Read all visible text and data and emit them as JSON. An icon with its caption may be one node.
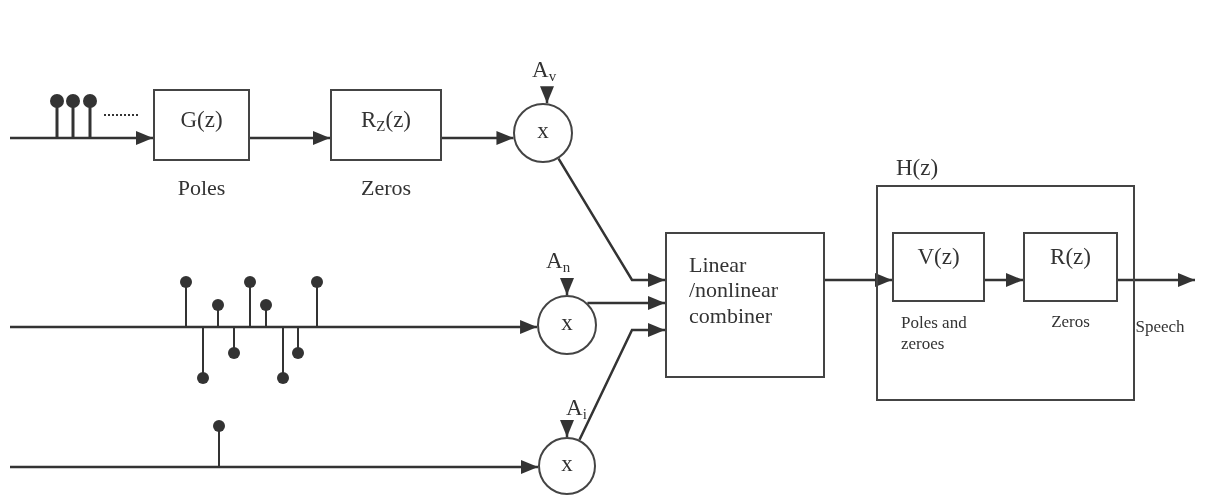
{
  "diagram": {
    "nodes": [
      {
        "text": [
          "G(z)"
        ],
        "beside": [
          "Poles"
        ]
      },
      {
        "text": [
          "R$_{Z}$(z)"
        ],
        "beside": [
          "Zeros"
        ]
      },
      {
        "text": [
          "x"
        ]
      },
      {
        "text": [
          "x"
        ]
      },
      {
        "text": [
          "x"
        ]
      },
      {
        "text": [
          "A$_{v}$"
        ]
      },
      {
        "text": [
          "A$_{n}$"
        ]
      },
      {
        "text": [
          "A$_{i}$"
        ]
      },
      {
        "text": [
          "Linear /nonlinear combiner"
        ]
      },
      {
        "text": [
          "H(z)"
        ]
      },
      {
        "text": [
          "V(z)"
        ],
        "in": 9,
        "beside": [
          "Poles and zeroes"
        ]
      },
      {
        "text": [
          "R(z)"
        ],
        "in": 9,
        "beside": [
          "Zeros"
        ]
      }
    ],
    "edges": [
      {
        "from": null,
        "to": 0,
        "arrow": "to"
      },
      {
        "from": 0,
        "to": 1,
        "arrow": "to"
      },
      {
        "from": 1,
        "to": 2,
        "arrow": "to"
      },
      {
        "from": 5,
        "to": 2,
        "arrow": "to"
      },
      {
        "from": 2,
        "to": 8,
        "arrow": "to"
      },
      {
        "from": null,
        "to": 3,
        "arrow": "to"
      },
      {
        "from": 6,
        "to": 3,
        "arrow": "to"
      },
      {
        "from": 3,
        "to": 8,
        "arrow": "to"
      },
      {
        "from": null,
        "to": 4,
        "arrow": "to"
      },
      {
        "from": 7,
        "to": 4,
        "arrow": "to"
      },
      {
        "from": 4,
        "to": 8,
        "arrow": "to"
      },
      {
        "from": 8,
        "to": 10,
        "arrow": "to"
      },
      {
        "from": 10,
        "to": 11,
        "arrow": "to"
      },
      {
        "from": 11,
        "to": null,
        "arrow": "to",
        "label": "Speech"
      }
    ]
  }
}
